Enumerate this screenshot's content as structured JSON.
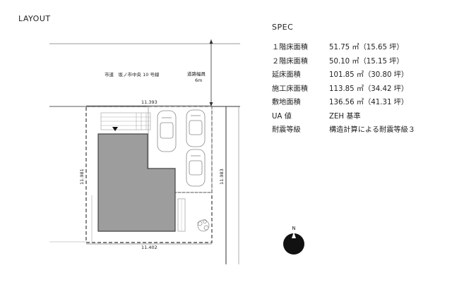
{
  "layout": {
    "title": "LAYOUT",
    "road_name": "市道　坂ノ市中央 10 号線",
    "road_width_label": "道路幅員",
    "road_width_value": "6m",
    "dim_top": "11.393",
    "dim_bottom": "11.402",
    "dim_left": "11.981",
    "dim_right": "11.983",
    "compass_label": "N"
  },
  "spec": {
    "title": "SPEC",
    "rows": [
      {
        "label": "１階床面積",
        "value": "51.75 ㎡（15.65 坪）"
      },
      {
        "label": "２階床面積",
        "value": "50.10 ㎡（15.15 坪）"
      },
      {
        "label": "延床面積",
        "value": "101.85 ㎡（30.80 坪）"
      },
      {
        "label": "施工床面積",
        "value": "113.85 ㎡（34.42 坪）"
      },
      {
        "label": "敷地面積",
        "value": "136.56 ㎡（41.31 坪）"
      },
      {
        "label": "UA 値",
        "value": "ZEH 基準"
      },
      {
        "label": "耐震等級",
        "value": "構造計算による耐震等級３"
      }
    ]
  }
}
